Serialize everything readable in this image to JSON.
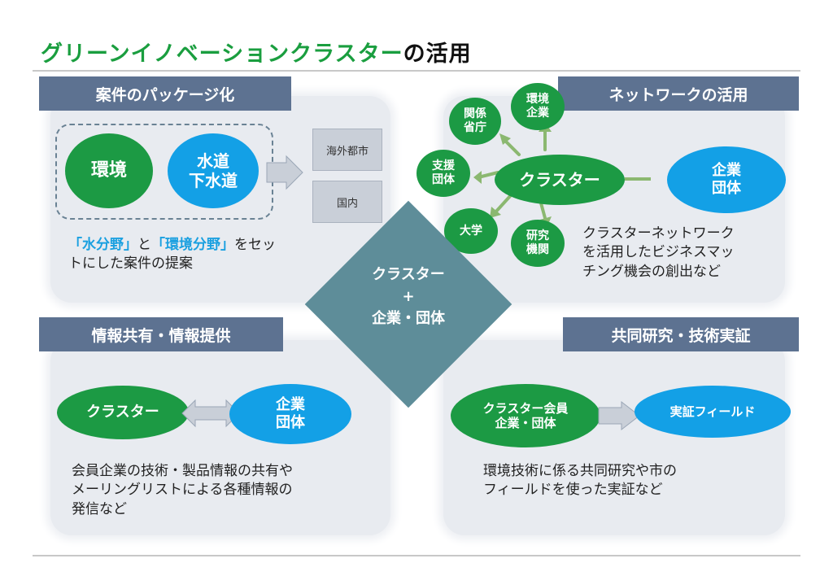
{
  "title": {
    "green": "グリーンイノベーションクラスター",
    "dark": "の活用"
  },
  "center": {
    "line1": "クラスター",
    "line2": "+",
    "line3": "企業・団体"
  },
  "q1": {
    "header": "案件のパッケージ化",
    "circle1": "環境",
    "circle2_l1": "水道",
    "circle2_l2": "下水道",
    "box1": "海外都市",
    "box2": "国内",
    "hl1": "「水分野」",
    "and": "と",
    "hl2": "「環境分野」",
    "rest1": "をセッ",
    "rest2": "トにした案件の提案"
  },
  "q2": {
    "header": "ネットワークの活用",
    "center": "クラスター",
    "n1_l1": "関係",
    "n1_l2": "省庁",
    "n2_l1": "環境",
    "n2_l2": "企業",
    "n3_l1": "支援",
    "n3_l2": "団体",
    "n4": "大学",
    "n5_l1": "研究",
    "n5_l2": "機関",
    "partner_l1": "企業",
    "partner_l2": "団体",
    "desc1": "クラスターネットワーク",
    "desc2": "を活用したビジネスマッ",
    "desc3": "チング機会の創出など"
  },
  "q3": {
    "header": "情報共有・情報提供",
    "left": "クラスター",
    "right_l1": "企業",
    "right_l2": "団体",
    "desc1": "会員企業の技術・製品情報の共有や",
    "desc2": "メーリングリストによる各種情報の",
    "desc3": "発信など"
  },
  "q4": {
    "header": "共同研究・技術実証",
    "left_l1": "クラスター会員",
    "left_l2": "企業・団体",
    "right": "実証フィールド",
    "desc1": "環境技術に係る共同研究や市の",
    "desc2": "フィールドを使った実証など"
  },
  "colors": {
    "green": "#1c9a44",
    "blue": "#13a0e6",
    "header": "#5d7291",
    "diamond": "#5e8d99",
    "arrow": "#8bb870"
  }
}
